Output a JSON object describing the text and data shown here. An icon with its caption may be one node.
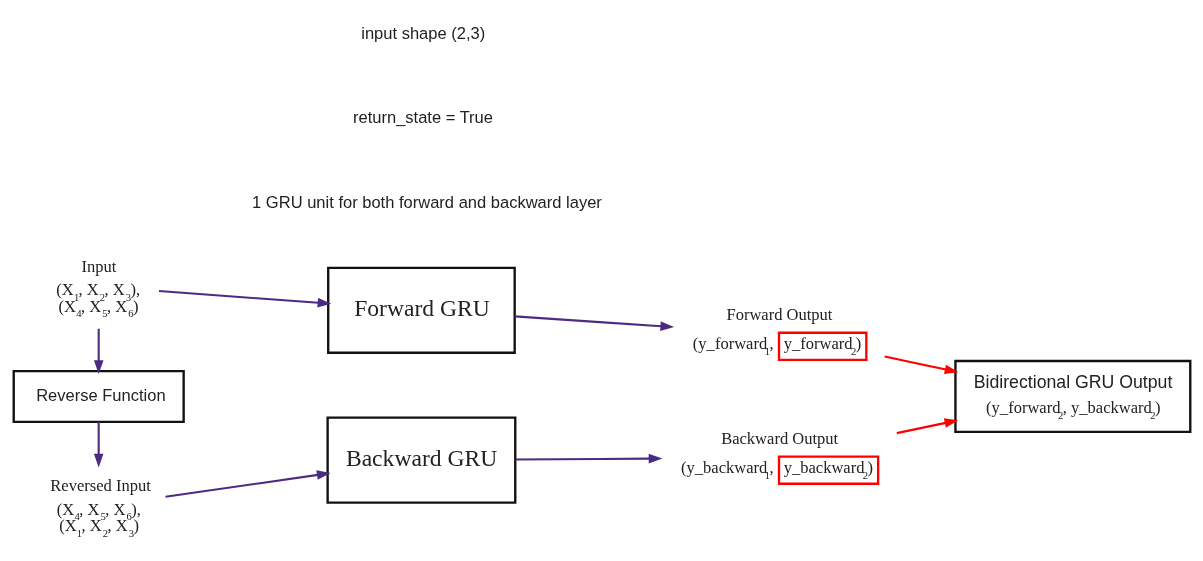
{
  "diagram": {
    "nodes": [
      {
        "text": [
          "Input",
          "(X$_{1}$, X$_{2}$, X$_{3}$), (X$_{4}$, X$_{5}$, X$_{6}$)"
        ]
      },
      {
        "text": [
          "Forward GRU"
        ]
      },
      {
        "text": [
          "Forward Output",
          "(y_forward$_{1}$, y_forward$_{2}$)"
        ]
      },
      {
        "text": [
          "Reverse Function"
        ]
      },
      {
        "text": [
          "Reversed Input",
          "(X$_{4}$, X$_{5}$, X$_{6}$), (X$_{1}$, X$_{2}$, X$_{3}$)"
        ]
      },
      {
        "text": [
          "Backward GRU"
        ]
      },
      {
        "text": [
          "Backward Output",
          "(y_backward$_{1}$, y_backward$_{2}$)"
        ]
      },
      {
        "text": [
          "Bidirectional GRU Output",
          "(y_forward$_{2}$, y_backward$_{2}$)"
        ]
      }
    ],
    "edges": [
      {
        "from": 0,
        "to": 1,
        "arrow": "to"
      },
      {
        "from": 1,
        "to": 2,
        "arrow": "to"
      },
      {
        "from": 0,
        "to": 3,
        "arrow": "to"
      },
      {
        "from": 3,
        "to": 4,
        "arrow": "to"
      },
      {
        "from": 4,
        "to": 5,
        "arrow": "to"
      },
      {
        "from": 5,
        "to": 6,
        "arrow": "to"
      },
      {
        "from": 2,
        "to": 7,
        "arrow": "to",
        "color": "#ff0000"
      },
      {
        "from": 6,
        "to": 7,
        "arrow": "to",
        "color": "#ff0000"
      }
    ],
    "labels": [
      "1 GRU unit for both forward and backward layer",
      "return_state = True",
      "input shape (2,3)"
    ]
  }
}
